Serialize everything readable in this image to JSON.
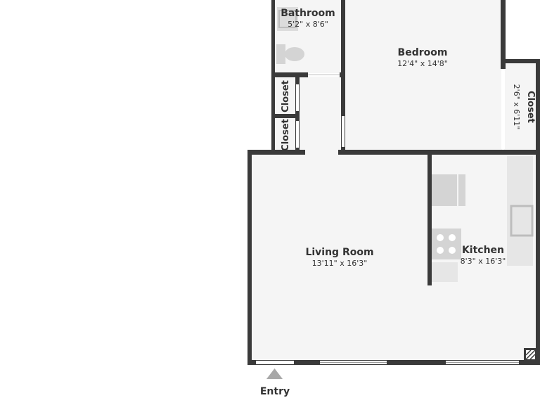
{
  "rooms": {
    "bathroom": {
      "name": "Bathroom",
      "dims": "5'2\" x 8'6\""
    },
    "bedroom": {
      "name": "Bedroom",
      "dims": "12'4\" x 14'8\""
    },
    "closet_bed": {
      "name": "Closet",
      "dims": "2'6\" x 6'11\""
    },
    "closet_top": {
      "name": "Closet"
    },
    "closet_bot": {
      "name": "Closet"
    },
    "living_room": {
      "name": "Living Room",
      "dims": "13'11\" x 16'3\""
    },
    "kitchen": {
      "name": "Kitchen",
      "dims": "8'3\" x 16'3\""
    }
  },
  "entry": {
    "label": "Entry"
  },
  "colors": {
    "wall": "#3a3a3a",
    "floor": "#f5f5f5",
    "fixture": "#d4d4d4",
    "window": "#ffffff"
  }
}
